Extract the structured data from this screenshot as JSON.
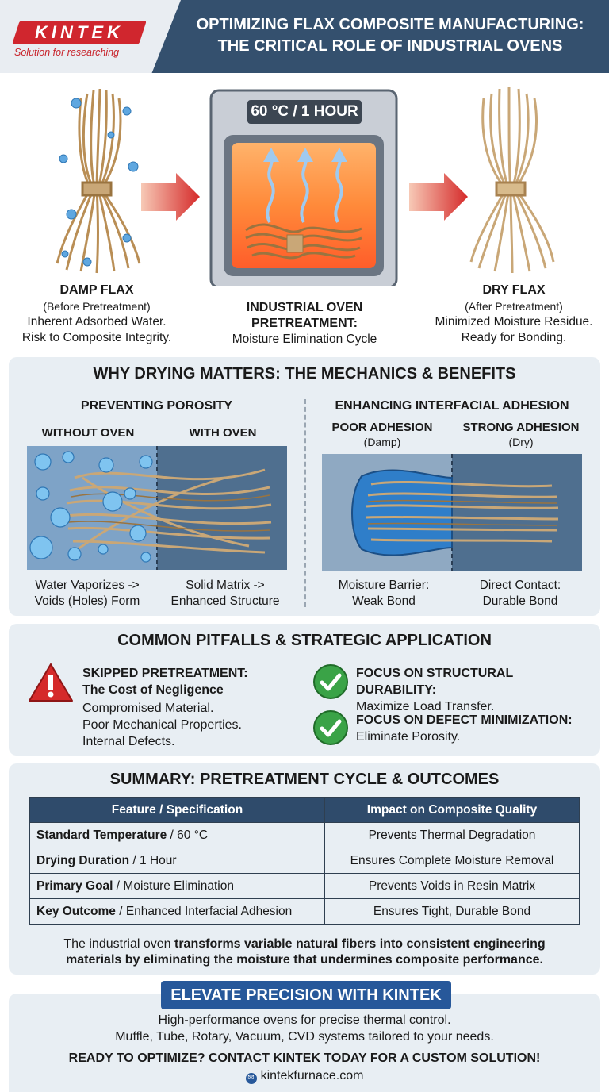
{
  "header": {
    "logo": "KINTEK",
    "tagline": "Solution for researching",
    "title_line1": "OPTIMIZING FLAX COMPOSITE MANUFACTURING:",
    "title_line2": "THE CRITICAL ROLE OF INDUSTRIAL OVENS"
  },
  "process": {
    "oven_display": "60 °C / 1 HOUR",
    "damp": {
      "title": "DAMP FLAX",
      "sub": "(Before Pretreatment)",
      "line1": "Inherent Adsorbed Water.",
      "line2": "Risk to Composite Integrity."
    },
    "oven": {
      "title1": "INDUSTRIAL OVEN",
      "title2": "PRETREATMENT:",
      "line": "Moisture Elimination Cycle"
    },
    "dry": {
      "title": "DRY FLAX",
      "sub": "(After Pretreatment)",
      "line1": "Minimized Moisture Residue.",
      "line2": "Ready for Bonding."
    }
  },
  "why": {
    "title": "WHY DRYING MATTERS: THE MECHANICS & BENEFITS",
    "porosity": {
      "title": "PREVENTING POROSITY",
      "left": "WITHOUT OVEN",
      "right": "WITH OVEN",
      "cap_left1": "Water Vaporizes ->",
      "cap_left2": "Voids (Holes) Form",
      "cap_right1": "Solid Matrix ->",
      "cap_right2": "Enhanced Structure"
    },
    "adhesion": {
      "title": "ENHANCING INTERFACIAL ADHESION",
      "left": "POOR ADHESION",
      "left_sub": "(Damp)",
      "right": "STRONG ADHESION",
      "right_sub": "(Dry)",
      "cap_left1": "Moisture Barrier:",
      "cap_left2": "Weak Bond",
      "cap_right1": "Direct Contact:",
      "cap_right2": "Durable Bond"
    }
  },
  "pitfalls": {
    "title": "COMMON PITFALLS & STRATEGIC APPLICATION",
    "warn_title1": "SKIPPED PRETREATMENT:",
    "warn_title2": "The Cost of Negligence",
    "warn_l1": "Compromised Material.",
    "warn_l2": "Poor Mechanical Properties.",
    "warn_l3": "Internal Defects.",
    "ok1_title": "FOCUS ON STRUCTURAL DURABILITY:",
    "ok1_text": "Maximize Load Transfer.",
    "ok2_title": "FOCUS ON DEFECT MINIMIZATION:",
    "ok2_text": "Eliminate Porosity."
  },
  "summary": {
    "title": "SUMMARY: PRETREATMENT CYCLE & OUTCOMES",
    "col1": "Feature / Specification",
    "col2": "Impact on Composite Quality",
    "rows": [
      {
        "k": "Standard Temperature",
        "v": " / 60 °C",
        "impact": "Prevents Thermal Degradation"
      },
      {
        "k": "Drying Duration",
        "v": " / 1 Hour",
        "impact": "Ensures Complete Moisture Removal"
      },
      {
        "k": "Primary Goal",
        "v": " / Moisture Elimination",
        "impact": "Prevents Voids in Resin Matrix"
      },
      {
        "k": "Key Outcome",
        "v": " / Enhanced Interfacial Adhesion",
        "impact": "Ensures Tight, Durable Bond"
      }
    ],
    "note_plain": "The industrial oven ",
    "note_bold1": "transforms variable natural fibers into consistent engineering",
    "note_bold2": "materials by eliminating the moisture that undermines composite performance."
  },
  "cta": {
    "banner": "ELEVATE PRECISION WITH KINTEK",
    "line1": "High-performance ovens for precise thermal control.",
    "line2": "Muffle, Tube, Rotary, Vacuum, CVD systems tailored to your needs.",
    "line3": "READY TO OPTIMIZE? CONTACT KINTEK TODAY FOR A CUSTOM SOLUTION!",
    "website": "kintekfurnace.com"
  },
  "colors": {
    "navy": "#34506e",
    "red": "#d0262e",
    "fiber": "#c9a777",
    "green": "#3aa347"
  }
}
